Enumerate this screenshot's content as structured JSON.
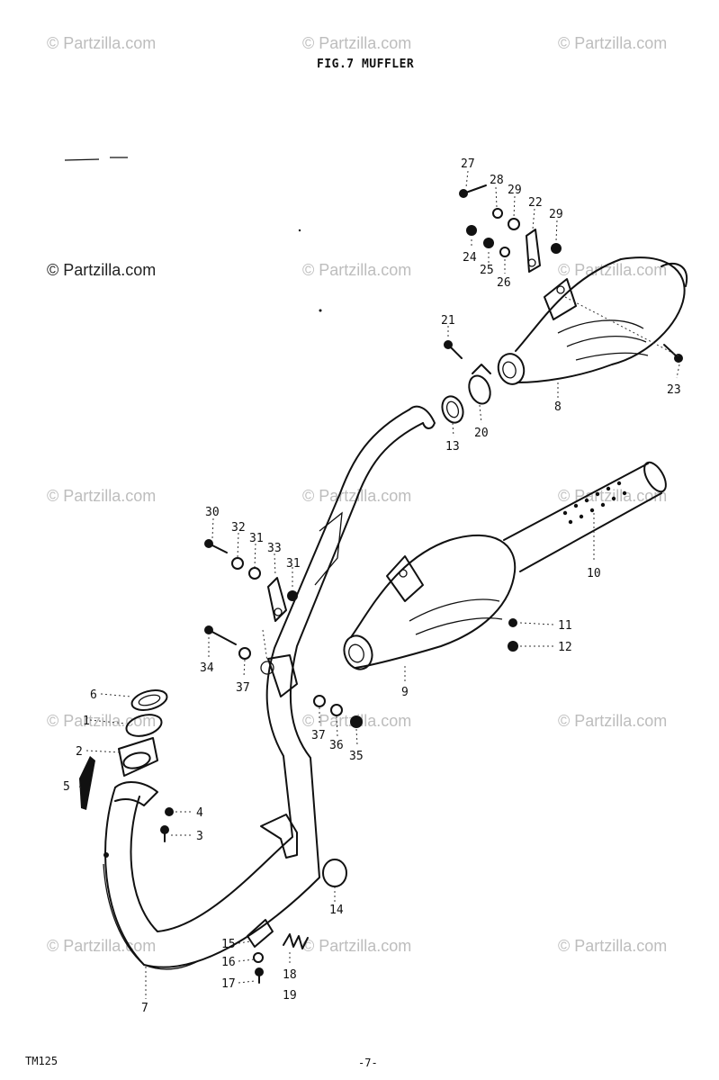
{
  "header": {
    "title": "FIG.7  MUFFLER"
  },
  "watermark": {
    "text": "© Partzilla.com"
  },
  "footer": {
    "model": "TM125",
    "page": "-7-"
  },
  "callouts": {
    "c1": "1",
    "c2": "2",
    "c3": "3",
    "c4": "4",
    "c5": "5",
    "c6": "6",
    "c7": "7",
    "c8": "8",
    "c9": "9",
    "c10": "10",
    "c11": "11",
    "c12": "12",
    "c13": "13",
    "c14": "14",
    "c15": "15",
    "c16": "16",
    "c17": "17",
    "c18": "18",
    "c19": "19",
    "c20": "20",
    "c21": "21",
    "c22": "22",
    "c23": "23",
    "c24": "24",
    "c25": "25",
    "c26": "26",
    "c27": "27",
    "c28": "28",
    "c29": "29",
    "c30": "30",
    "c31": "31",
    "c32": "32",
    "c33": "33",
    "c34": "34",
    "c35": "35",
    "c36": "36",
    "c37": "37"
  },
  "parts": [
    "exhaust-pipe",
    "upper-muffler",
    "lower-muffler",
    "tail-pipe",
    "pipe-gasket",
    "flange",
    "clamp",
    "bracket",
    "bolt",
    "washer",
    "nut",
    "spring",
    "mount-rubber"
  ]
}
